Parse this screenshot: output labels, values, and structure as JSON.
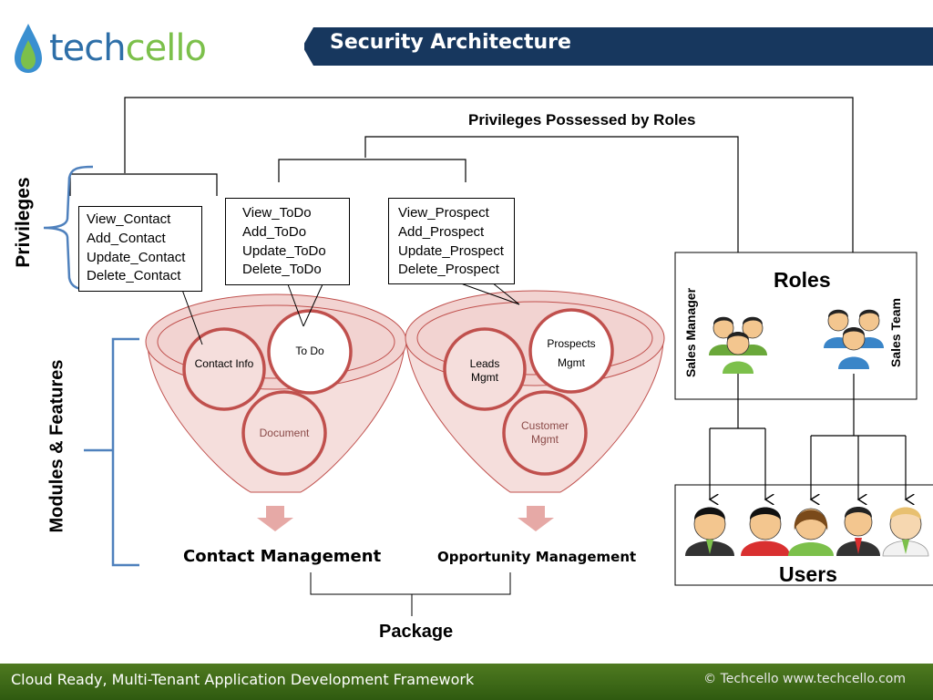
{
  "header": {
    "logo_part1": "tech",
    "logo_part2": "cello",
    "title": "Security Architecture"
  },
  "diagram": {
    "top_label": "Privileges Possessed by Roles",
    "side_privileges": "Privileges",
    "side_modules": "Modules & Features",
    "privilege_groups": [
      {
        "lines": [
          "View_Contact",
          "Add_Contact",
          "Update_Contact",
          "Delete_Contact"
        ]
      },
      {
        "lines": [
          "View_ToDo",
          "Add_ToDo",
          "Update_ToDo",
          "Delete_ToDo"
        ]
      },
      {
        "lines": [
          "View_Prospect",
          "Add_Prospect",
          "Update_Prospect",
          "Delete_Prospect"
        ]
      }
    ],
    "modules": [
      {
        "name": "Contact Management",
        "features": [
          "Contact Info",
          "To Do",
          "Document"
        ]
      },
      {
        "name": "Opportunity Management",
        "features": [
          "Leads Mgmt",
          "Prospects Mgmt",
          "Customer Mgmt"
        ]
      }
    ],
    "package_label": "Package",
    "roles_title": "Roles",
    "roles": [
      "Sales Manager",
      "Sales Team"
    ],
    "users_title": "Users"
  },
  "footer": {
    "left": "Cloud Ready, Multi-Tenant Application Development Framework",
    "right": "© Techcello www.techcello.com"
  },
  "colors": {
    "header_bar": "#17375e",
    "footer_green": "#3f6a18",
    "funnel_fill": "#f2d6d4",
    "funnel_stroke": "#c0504d",
    "bracket_blue": "#4f81bd"
  }
}
